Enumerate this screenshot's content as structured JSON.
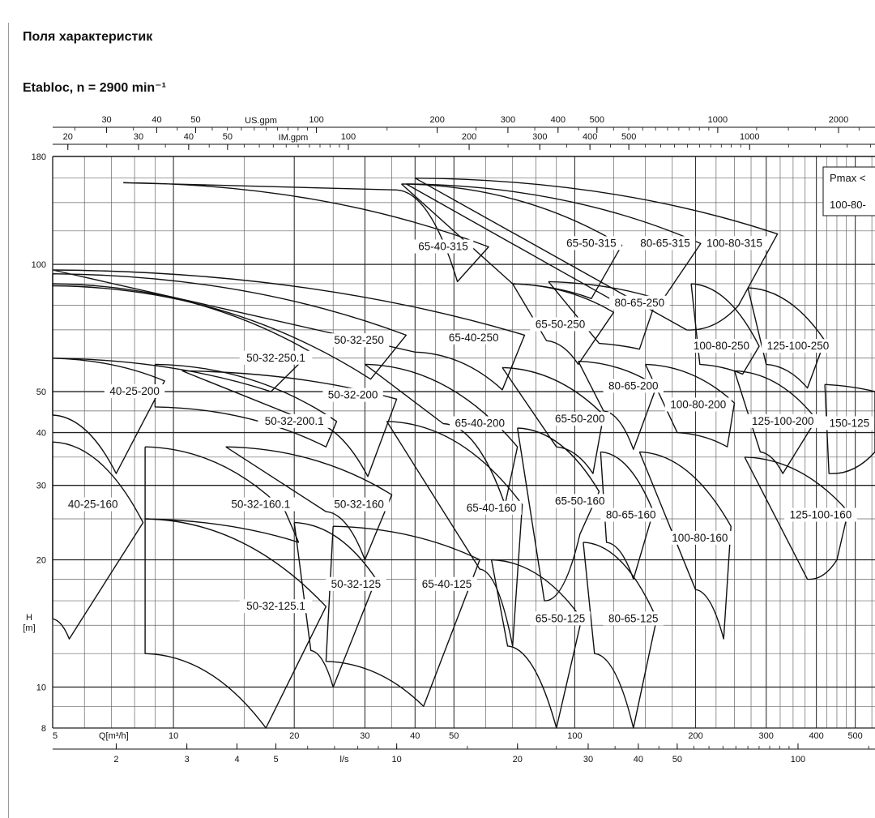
{
  "page": {
    "heading": "Поля характеристик",
    "subheading": "Etabloc, n = 2900 min⁻¹"
  },
  "chart_data": {
    "type": "line",
    "title": "",
    "xlabel": "Q[m³/h]",
    "ylabel": "H\n[m]",
    "x_scale": "log",
    "y_scale": "log",
    "xlim": [
      5,
      560
    ],
    "ylim": [
      8,
      180
    ],
    "x_ticks": [
      5,
      10,
      20,
      30,
      40,
      50,
      100,
      200,
      300,
      400,
      500
    ],
    "y_ticks": [
      8,
      10,
      20,
      30,
      40,
      50,
      100,
      180
    ],
    "secondary_axes": [
      {
        "label": "US.gpm",
        "position": "top",
        "ticks": [
          30,
          40,
          50,
          100,
          200,
          300,
          400,
          500,
          1000,
          2000
        ],
        "factor": 4.4029
      },
      {
        "label": "IM.gpm",
        "position": "top",
        "ticks": [
          20,
          30,
          40,
          50,
          100,
          200,
          300,
          400,
          500,
          1000
        ],
        "factor": 3.6662
      },
      {
        "label": "l/s",
        "position": "bottom",
        "ticks": [
          2,
          3,
          4,
          5,
          10,
          20,
          30,
          40,
          50,
          100
        ],
        "factor": 0.27778
      }
    ],
    "boxed_labels": [
      "Pmax <",
      "100-80-"
    ],
    "pump_fields": [
      {
        "name": "40-25-160",
        "label_at": [
          6.3,
          27
        ],
        "outline": [
          [
            5.0,
            14.5
          ],
          [
            5.5,
            13.0
          ],
          [
            8.4,
            24.5
          ],
          [
            5.0,
            38
          ]
        ]
      },
      {
        "name": "40-25-200",
        "label_at": [
          8.0,
          50
        ],
        "outline": [
          [
            5.0,
            60
          ],
          [
            9.5,
            53
          ],
          [
            7.2,
            32
          ],
          [
            5.0,
            44
          ]
        ]
      },
      {
        "name": "50-32-160.1",
        "label_at": [
          16.5,
          27
        ],
        "outline": [
          [
            8.5,
            37
          ],
          [
            19.0,
            26
          ],
          [
            20.5,
            22
          ],
          [
            8.5,
            25
          ]
        ]
      },
      {
        "name": "50-32-125.1",
        "label_at": [
          18.0,
          15.5
        ],
        "outline": [
          [
            8.5,
            25
          ],
          [
            24.0,
            15.5
          ],
          [
            17.0,
            8
          ],
          [
            8.5,
            12
          ]
        ]
      },
      {
        "name": "50-32-200",
        "label_at": [
          28.0,
          49
        ],
        "outline": [
          [
            10.5,
            56
          ],
          [
            36.0,
            48
          ],
          [
            30.5,
            31.5
          ],
          [
            21.0,
            43
          ]
        ]
      },
      {
        "name": "50-32-200.1",
        "label_at": [
          20.0,
          42.5
        ],
        "outline": [
          [
            9.0,
            58
          ],
          [
            25.5,
            42.5
          ],
          [
            24.0,
            37
          ],
          [
            9.0,
            46
          ]
        ]
      },
      {
        "name": "50-32-250.1",
        "label_at": [
          18.0,
          60
        ],
        "outline": [
          [
            5.0,
            90
          ],
          [
            22.0,
            62
          ],
          [
            17.5,
            50
          ],
          [
            5.0,
            60
          ]
        ]
      },
      {
        "name": "50-32-250",
        "label_at": [
          29.0,
          66
        ],
        "outline": [
          [
            5.0,
            95
          ],
          [
            38.0,
            68
          ],
          [
            31.0,
            53.5
          ],
          [
            5.0,
            89
          ]
        ]
      },
      {
        "name": "50-32-160",
        "label_at": [
          29.0,
          27
        ],
        "outline": [
          [
            13.5,
            37
          ],
          [
            35.0,
            28.5
          ],
          [
            30.0,
            20
          ],
          [
            24.0,
            26
          ]
        ]
      },
      {
        "name": "50-32-125",
        "label_at": [
          28.5,
          17.5
        ],
        "outline": [
          [
            20.0,
            24.5
          ],
          [
            32.0,
            18
          ],
          [
            25.0,
            10
          ],
          [
            22.0,
            12.2
          ]
        ]
      },
      {
        "name": "65-40-315",
        "label_at": [
          47.0,
          110
        ],
        "outline": [
          [
            7.5,
            156
          ],
          [
            61.0,
            110
          ],
          [
            51.0,
            91
          ],
          [
            36.0,
            150
          ]
        ]
      },
      {
        "name": "65-40-250",
        "label_at": [
          56.0,
          67
        ],
        "outline": [
          [
            5.0,
            97
          ],
          [
            75.0,
            68
          ],
          [
            66.0,
            50.5
          ],
          [
            40.0,
            62
          ]
        ]
      },
      {
        "name": "65-40-200",
        "label_at": [
          58.0,
          42
        ],
        "outline": [
          [
            30.0,
            58
          ],
          [
            72.0,
            37
          ],
          [
            67.0,
            27
          ],
          [
            47.0,
            42
          ]
        ]
      },
      {
        "name": "65-40-160",
        "label_at": [
          62.0,
          26.5
        ],
        "outline": [
          [
            34.0,
            42.5
          ],
          [
            74.0,
            27
          ],
          [
            70.0,
            12.5
          ],
          [
            58.0,
            19
          ]
        ]
      },
      {
        "name": "65-40-125",
        "label_at": [
          48.0,
          17.5
        ],
        "outline": [
          [
            25.0,
            24
          ],
          [
            58.0,
            20
          ],
          [
            42.0,
            9
          ],
          [
            24.0,
            11.5
          ]
        ]
      },
      {
        "name": "65-50-315",
        "label_at": [
          110.0,
          112
        ],
        "outline": [
          [
            37.0,
            155
          ],
          [
            131.0,
            111
          ],
          [
            110.0,
            83
          ],
          [
            70.0,
            90
          ]
        ]
      },
      {
        "name": "65-50-250",
        "label_at": [
          92.0,
          72
        ],
        "outline": [
          [
            70.0,
            90
          ],
          [
            125.0,
            77
          ],
          [
            102.0,
            58
          ],
          [
            85.0,
            66
          ]
        ]
      },
      {
        "name": "65-50-200",
        "label_at": [
          103.0,
          43
        ],
        "outline": [
          [
            66.0,
            57
          ],
          [
            118.0,
            44
          ],
          [
            111.0,
            32
          ],
          [
            90.0,
            37
          ]
        ]
      },
      {
        "name": "65-50-160",
        "label_at": [
          103.0,
          27.5
        ],
        "outline": [
          [
            72.0,
            41
          ],
          [
            115.0,
            29
          ],
          [
            103.0,
            23
          ],
          [
            84.0,
            16
          ]
        ]
      },
      {
        "name": "65-50-125",
        "label_at": [
          92.0,
          14.5
        ],
        "outline": [
          [
            62.0,
            20
          ],
          [
            104.0,
            14.5
          ],
          [
            90.0,
            8
          ],
          [
            68.0,
            12.5
          ]
        ]
      },
      {
        "name": "80-65-315",
        "label_at": [
          168.0,
          112
        ],
        "outline": [
          [
            38.0,
            155
          ],
          [
            206.0,
            112
          ],
          [
            165.0,
            82
          ],
          [
            128.0,
            81
          ]
        ]
      },
      {
        "name": "80-65-250",
        "label_at": [
          145.0,
          81
        ],
        "outline": [
          [
            86.0,
            91
          ],
          [
            160.0,
            83
          ],
          [
            145.0,
            63
          ],
          [
            115.0,
            65
          ]
        ]
      },
      {
        "name": "80-65-200",
        "label_at": [
          140.0,
          51.5
        ],
        "outline": [
          [
            102.0,
            59
          ],
          [
            160.0,
            51.5
          ],
          [
            140.0,
            36.5
          ],
          [
            118.0,
            45
          ]
        ]
      },
      {
        "name": "80-65-160",
        "label_at": [
          138.0,
          25.5
        ],
        "outline": [
          [
            116.0,
            36
          ],
          [
            157.0,
            26
          ],
          [
            140.0,
            18
          ],
          [
            120.0,
            22
          ]
        ]
      },
      {
        "name": "80-65-125",
        "label_at": [
          140.0,
          14.5
        ],
        "outline": [
          [
            105.0,
            22
          ],
          [
            160.0,
            14.5
          ],
          [
            140.0,
            8
          ],
          [
            112.0,
            12
          ]
        ]
      },
      {
        "name": "100-80-315",
        "label_at": [
          250.0,
          112
        ],
        "outline": [
          [
            40.0,
            160
          ],
          [
            320.0,
            118
          ],
          [
            256.0,
            80
          ],
          [
            190.0,
            70
          ]
        ]
      },
      {
        "name": "100-80-250",
        "label_at": [
          232.0,
          64
        ],
        "outline": [
          [
            195.0,
            90
          ],
          [
            288.0,
            64
          ],
          [
            262.0,
            55
          ],
          [
            205.0,
            58
          ]
        ]
      },
      {
        "name": "100-80-200",
        "label_at": [
          203.0,
          46.5
        ],
        "outline": [
          [
            150.0,
            58
          ],
          [
            250.0,
            47
          ],
          [
            240.0,
            37
          ],
          [
            180.0,
            40
          ]
        ]
      },
      {
        "name": "100-80-160",
        "label_at": [
          205.0,
          22.5
        ],
        "outline": [
          [
            145.0,
            36
          ],
          [
            245.0,
            24
          ],
          [
            235.0,
            13
          ],
          [
            200.0,
            17
          ]
        ]
      },
      {
        "name": "125-100-250",
        "label_at": [
          360.0,
          64
        ],
        "outline": [
          [
            270.0,
            88
          ],
          [
            420.0,
            66
          ],
          [
            380.0,
            51
          ],
          [
            300.0,
            58
          ]
        ]
      },
      {
        "name": "125-100-200",
        "label_at": [
          330.0,
          42.5
        ],
        "outline": [
          [
            250.0,
            56
          ],
          [
            400.0,
            43
          ],
          [
            330.0,
            32
          ],
          [
            290.0,
            36
          ]
        ]
      },
      {
        "name": "125-100-160",
        "label_at": [
          410.0,
          25.5
        ],
        "outline": [
          [
            265.0,
            35
          ],
          [
            480.0,
            26
          ],
          [
            450.0,
            20
          ],
          [
            380.0,
            18
          ]
        ]
      },
      {
        "name": "150-125",
        "label_at": [
          500.0,
          42
        ],
        "outline": [
          [
            420.0,
            52
          ],
          [
            560.0,
            50
          ],
          [
            560.0,
            36
          ],
          [
            430.0,
            32
          ]
        ]
      }
    ]
  }
}
